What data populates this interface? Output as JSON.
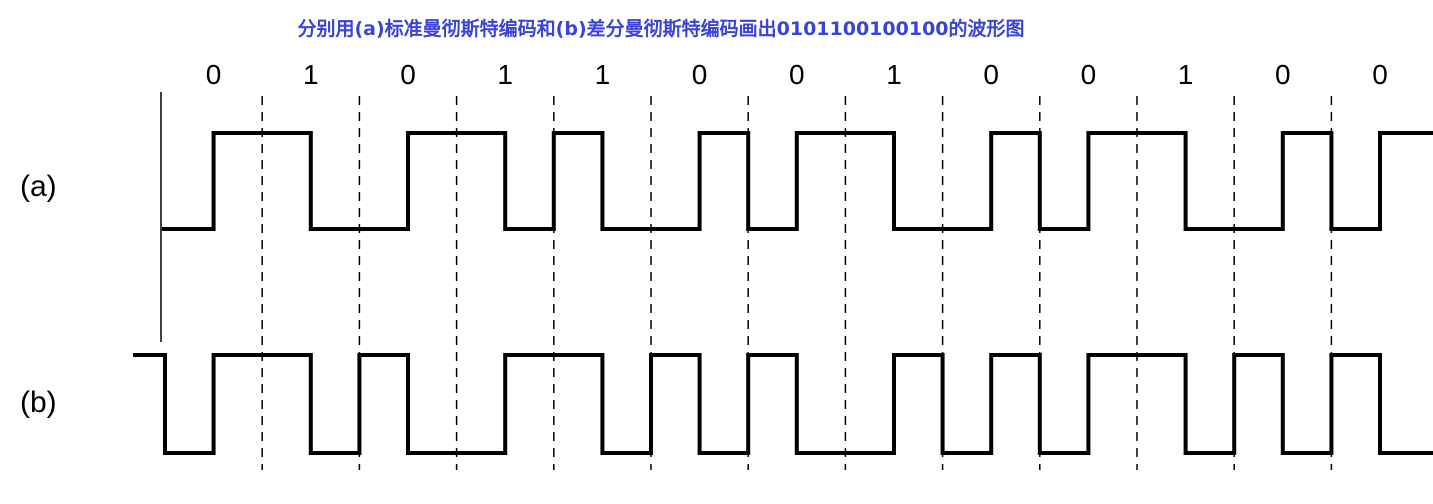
{
  "title": "分别用(a)标准曼彻斯特编码和(b)差分曼彻斯特编码画出0101100100100的波形图",
  "bits": [
    "0",
    "1",
    "0",
    "1",
    "1",
    "0",
    "0",
    "1",
    "0",
    "0",
    "1",
    "0",
    "0"
  ],
  "rows": {
    "a": {
      "label": "(a)"
    },
    "b": {
      "label": "(b)"
    }
  },
  "colors": {
    "title": "#3a44d6",
    "wave": "#000000"
  }
}
